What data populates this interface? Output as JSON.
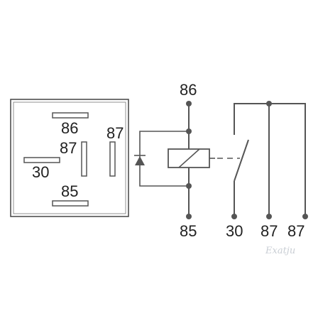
{
  "socket": {
    "pins": [
      {
        "id": "86",
        "label": "86",
        "orientation": "horizontal"
      },
      {
        "id": "87a",
        "label": "87",
        "orientation": "vertical"
      },
      {
        "id": "87",
        "label": "87",
        "orientation": "vertical"
      },
      {
        "id": "30",
        "label": "30",
        "orientation": "horizontal"
      },
      {
        "id": "85",
        "label": "85",
        "orientation": "horizontal"
      }
    ]
  },
  "schematic": {
    "coil_top_label": "86",
    "coil_bottom_label": "85",
    "terminal_labels": [
      "30",
      "87",
      "87"
    ]
  },
  "watermark": "Exatju",
  "colors": {
    "line": "#555555",
    "text": "#222222",
    "background": "#ffffff"
  }
}
